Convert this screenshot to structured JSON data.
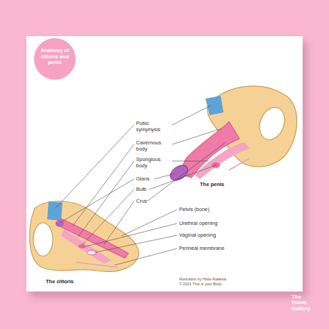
{
  "diagram": {
    "title": "Anatomy of clitoris and penis",
    "labels": [
      "Pubic symphysis",
      "Cavernous body",
      "Spongious body",
      "Glans",
      "Bulb",
      "Crus",
      "Pelvis (bone)",
      "Urethral opening",
      "Vaginal opening",
      "Perineal membrane",
      "The penis",
      "The clitoris",
      "Illustration by Hilde Atalanta",
      "© 2021 This is your Body",
      "The Vulva Gallery"
    ]
  }
}
